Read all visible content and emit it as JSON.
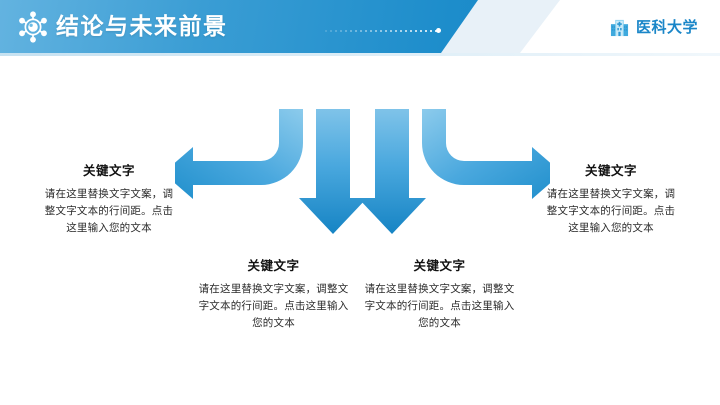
{
  "header": {
    "title": "结论与未来前景",
    "icon": "molecule-icon",
    "accent_color": "#1d8dcb",
    "band_gradient_from": "#63b3e0",
    "band_gradient_to": "#1684c4",
    "title_color": "#ffffff"
  },
  "brand": {
    "name": "医科大学",
    "icon": "hospital-building-icon",
    "color": "#1a86c8"
  },
  "diagram": {
    "type": "four-arrow-divergence",
    "arrow_color_light": "#74bde8",
    "arrow_color_dark": "#1684c4",
    "arrows": [
      {
        "name": "curved-left-arrow",
        "direction": "left"
      },
      {
        "name": "down-arrow-inner-left",
        "direction": "down"
      },
      {
        "name": "down-arrow-inner-right",
        "direction": "down"
      },
      {
        "name": "curved-right-arrow",
        "direction": "right"
      }
    ]
  },
  "blocks": [
    {
      "id": "left",
      "title": "关键文字",
      "body": "请在这里替换文字文案，调整文字文本的行间距。点击这里输入您的文本"
    },
    {
      "id": "mid-left",
      "title": "关键文字",
      "body": "请在这里替换文字文案，调整文字文本的行间距。点击这里输入您的文本"
    },
    {
      "id": "mid-right",
      "title": "关键文字",
      "body": "请在这里替换文字文案，调整文字文本的行间距。点击这里输入您的文本"
    },
    {
      "id": "right",
      "title": "关键文字",
      "body": "请在这里替换文字文案，调整文字文本的行间距。点击这里输入您的文本"
    }
  ]
}
